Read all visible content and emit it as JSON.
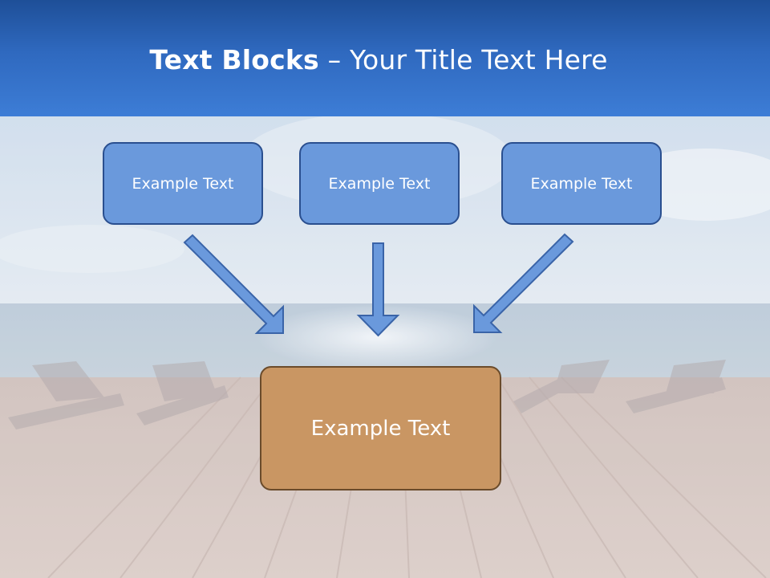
{
  "title": {
    "bold": "Text Blocks",
    "dash": " – ",
    "rest": "Your Title Text Here"
  },
  "boxes": {
    "left": "Example Text",
    "center": "Example Text",
    "right": "Example Text",
    "main": "Example Text"
  },
  "colors": {
    "title_bar": "#2f69bf",
    "small_box_fill": "#6a99dc",
    "small_box_border": "#2a4f8f",
    "main_box_fill": "#c99663",
    "main_box_border": "#6a4b2b",
    "arrow_fill": "#6a99dc"
  },
  "icons": {
    "arrows": [
      "arrow-down-right-icon",
      "arrow-down-icon",
      "arrow-down-left-icon"
    ]
  }
}
